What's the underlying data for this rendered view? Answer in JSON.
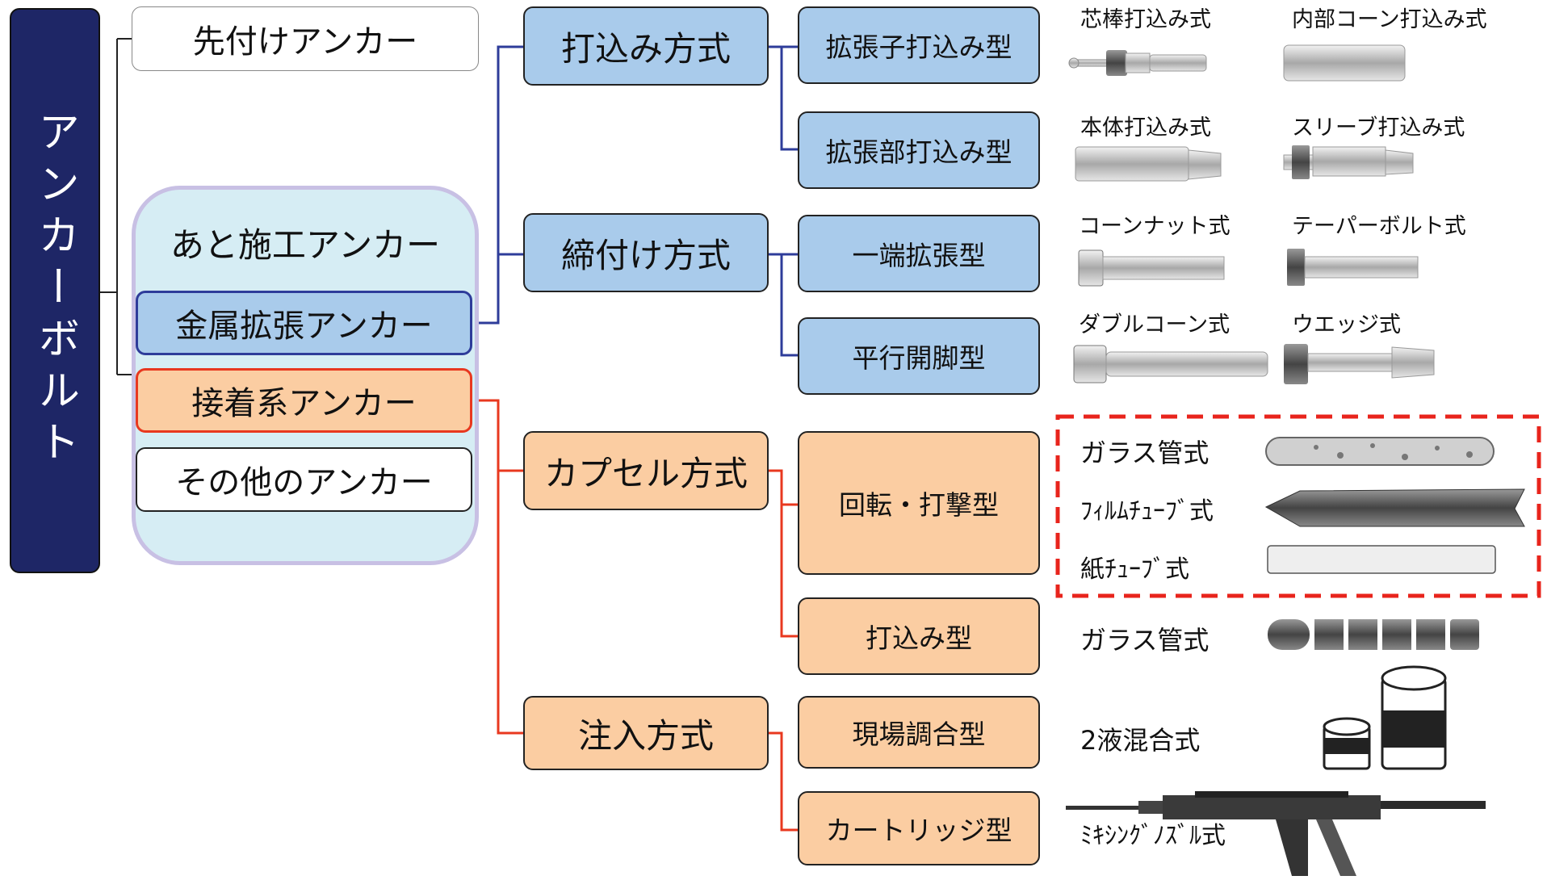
{
  "root": {
    "label": "アンカーボルト",
    "color": "#1e2666"
  },
  "level1": {
    "precast": "先付けアンカー",
    "group_title": "あと施工アンカー",
    "metal": "金属拡張アンカー",
    "adhesive": "接着系アンカー",
    "other": "その他のアンカー"
  },
  "methods": {
    "drive": "打込み方式",
    "tighten": "締付け方式",
    "capsule": "カプセル方式",
    "inject": "注入方式"
  },
  "types": {
    "expander_drive": "拡張子打込み型",
    "body_drive": "拡張部打込み型",
    "one_end": "一端拡張型",
    "parallel": "平行開脚型",
    "rotary": "回転・打撃型",
    "drive_type": "打込み型",
    "site_mix": "現場調合型",
    "cartridge": "カートリッジ型"
  },
  "variants": {
    "core_rod": "芯棒打込み式",
    "inner_cone": "内部コーン打込み式",
    "body": "本体打込み式",
    "sleeve": "スリーブ打込み式",
    "cone_nut": "コーンナット式",
    "taper_bolt": "テーパーボルト式",
    "double_cone": "ダブルコーン式",
    "wedge": "ウエッジ式",
    "glass_tube_1": "ガラス管式",
    "film_tube": "ﾌｨﾙﾑﾁｭｰﾌﾞ式",
    "paper_tube": "紙ﾁｭｰﾌﾞ式",
    "glass_tube_2": "ガラス管式",
    "two_liquid": "2液混合式",
    "mixing_nozzle": "ﾐｷｼﾝｸﾞﾉｽﾞﾙ式"
  },
  "colors": {
    "blue_fill": "#a9cbeb",
    "orange_fill": "#fbcda2",
    "blue_line": "#2e3c9a",
    "red_line": "#e8381f",
    "group_fill": "#d6edf4",
    "group_border": "#c8c0e4",
    "dashed_border": "#e8241c"
  }
}
